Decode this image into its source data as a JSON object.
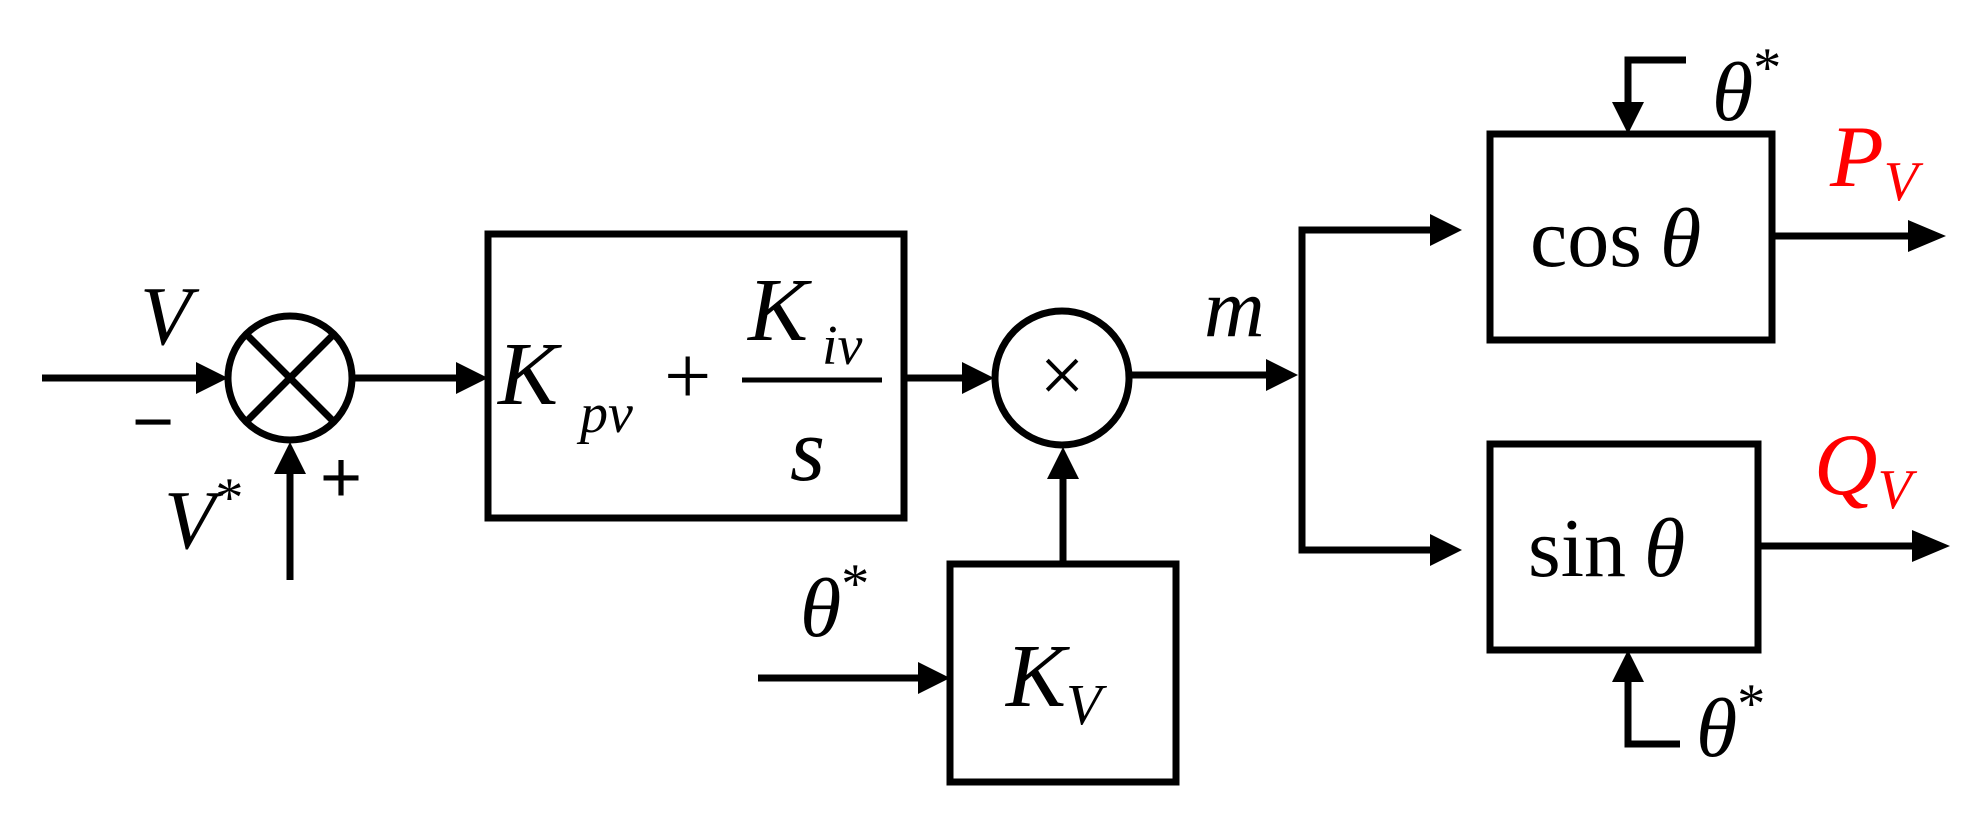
{
  "colors": {
    "line": "#000000",
    "output": "#ff0000"
  },
  "inputs": {
    "v": "V",
    "v_ref": "V",
    "star": "*",
    "minus": "−",
    "plus": "+",
    "theta": "θ"
  },
  "pi_block": {
    "k": "K",
    "kp_sub": "pv",
    "plus": "+",
    "ki_sub": "iv",
    "s": "s"
  },
  "multiplier": {
    "symbol": "×"
  },
  "gain_block": {
    "k": "K",
    "sub": "V"
  },
  "signal_m": "m",
  "cos_block": {
    "fn": "cos",
    "theta": "θ"
  },
  "sin_block": {
    "fn": "sin",
    "theta": "θ"
  },
  "outputs": {
    "p": "P",
    "p_sub": "V",
    "q": "Q",
    "q_sub": "V"
  }
}
